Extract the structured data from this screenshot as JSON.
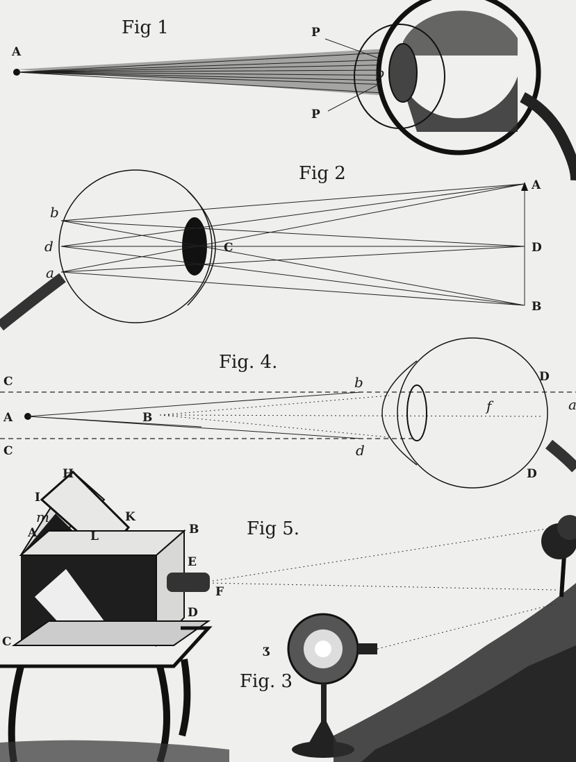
{
  "figures": {
    "fig1": {
      "title": "Fig 1",
      "labels": {
        "A": "A",
        "P_top": "P",
        "p": "p",
        "P_bottom": "P"
      }
    },
    "fig2": {
      "title": "Fig 2",
      "labels": {
        "b": "b",
        "d": "d",
        "a": "a",
        "C": "C",
        "A": "A",
        "D": "D",
        "B": "B"
      }
    },
    "fig4": {
      "title": "Fig. 4.",
      "labels": {
        "C_top": "C",
        "A": "A",
        "B": "B",
        "C_bottom": "C",
        "b": "b",
        "d": "d",
        "D_top": "D",
        "D_bottom": "D",
        "f": "f",
        "a": "a"
      }
    },
    "fig5": {
      "title": "Fig 5.",
      "labels": {
        "H": "H",
        "I": "I",
        "m": "m",
        "A": "A",
        "L": "L",
        "K": "K",
        "B": "B",
        "E": "E",
        "F": "F",
        "D": "D",
        "C": "C"
      }
    },
    "fig3": {
      "title": "Fig. 3",
      "labels": {
        "G": "Ʒ"
      }
    }
  }
}
